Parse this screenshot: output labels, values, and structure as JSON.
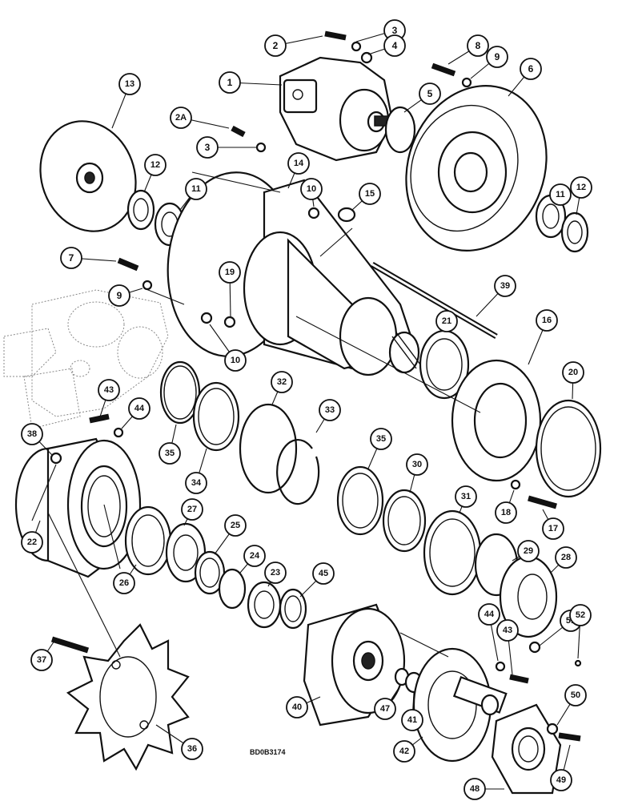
{
  "drawing_code": "BD0B3174",
  "callouts": [
    {
      "id": "c1",
      "label": "1"
    },
    {
      "id": "c2",
      "label": "2"
    },
    {
      "id": "c2a",
      "label": "2A"
    },
    {
      "id": "c3a",
      "label": "3"
    },
    {
      "id": "c3b",
      "label": "3"
    },
    {
      "id": "c4",
      "label": "4"
    },
    {
      "id": "c5",
      "label": "5"
    },
    {
      "id": "c6",
      "label": "6"
    },
    {
      "id": "c7",
      "label": "7"
    },
    {
      "id": "c8",
      "label": "8"
    },
    {
      "id": "c9a",
      "label": "9"
    },
    {
      "id": "c9b",
      "label": "9"
    },
    {
      "id": "c10a",
      "label": "10"
    },
    {
      "id": "c10b",
      "label": "10"
    },
    {
      "id": "c11a",
      "label": "11"
    },
    {
      "id": "c11b",
      "label": "11"
    },
    {
      "id": "c12a",
      "label": "12"
    },
    {
      "id": "c12b",
      "label": "12"
    },
    {
      "id": "c13",
      "label": "13"
    },
    {
      "id": "c14",
      "label": "14"
    },
    {
      "id": "c15",
      "label": "15"
    },
    {
      "id": "c16",
      "label": "16"
    },
    {
      "id": "c17",
      "label": "17"
    },
    {
      "id": "c18",
      "label": "18"
    },
    {
      "id": "c19",
      "label": "19"
    },
    {
      "id": "c20",
      "label": "20"
    },
    {
      "id": "c21",
      "label": "21"
    },
    {
      "id": "c22",
      "label": "22"
    },
    {
      "id": "c23",
      "label": "23"
    },
    {
      "id": "c24",
      "label": "24"
    },
    {
      "id": "c25",
      "label": "25"
    },
    {
      "id": "c26",
      "label": "26"
    },
    {
      "id": "c27",
      "label": "27"
    },
    {
      "id": "c28",
      "label": "28"
    },
    {
      "id": "c29",
      "label": "29"
    },
    {
      "id": "c30",
      "label": "30"
    },
    {
      "id": "c31",
      "label": "31"
    },
    {
      "id": "c32",
      "label": "32"
    },
    {
      "id": "c33",
      "label": "33"
    },
    {
      "id": "c34",
      "label": "34"
    },
    {
      "id": "c35a",
      "label": "35"
    },
    {
      "id": "c35b",
      "label": "35"
    },
    {
      "id": "c36",
      "label": "36"
    },
    {
      "id": "c37",
      "label": "37"
    },
    {
      "id": "c38",
      "label": "38"
    },
    {
      "id": "c39",
      "label": "39"
    },
    {
      "id": "c40",
      "label": "40"
    },
    {
      "id": "c41",
      "label": "41"
    },
    {
      "id": "c42",
      "label": "42"
    },
    {
      "id": "c43a",
      "label": "43"
    },
    {
      "id": "c43b",
      "label": "43"
    },
    {
      "id": "c44a",
      "label": "44"
    },
    {
      "id": "c44b",
      "label": "44"
    },
    {
      "id": "c45",
      "label": "45"
    },
    {
      "id": "c47",
      "label": "47"
    },
    {
      "id": "c48",
      "label": "48"
    },
    {
      "id": "c49",
      "label": "49"
    },
    {
      "id": "c50",
      "label": "50"
    },
    {
      "id": "c51",
      "label": "51"
    },
    {
      "id": "c52",
      "label": "52"
    }
  ]
}
